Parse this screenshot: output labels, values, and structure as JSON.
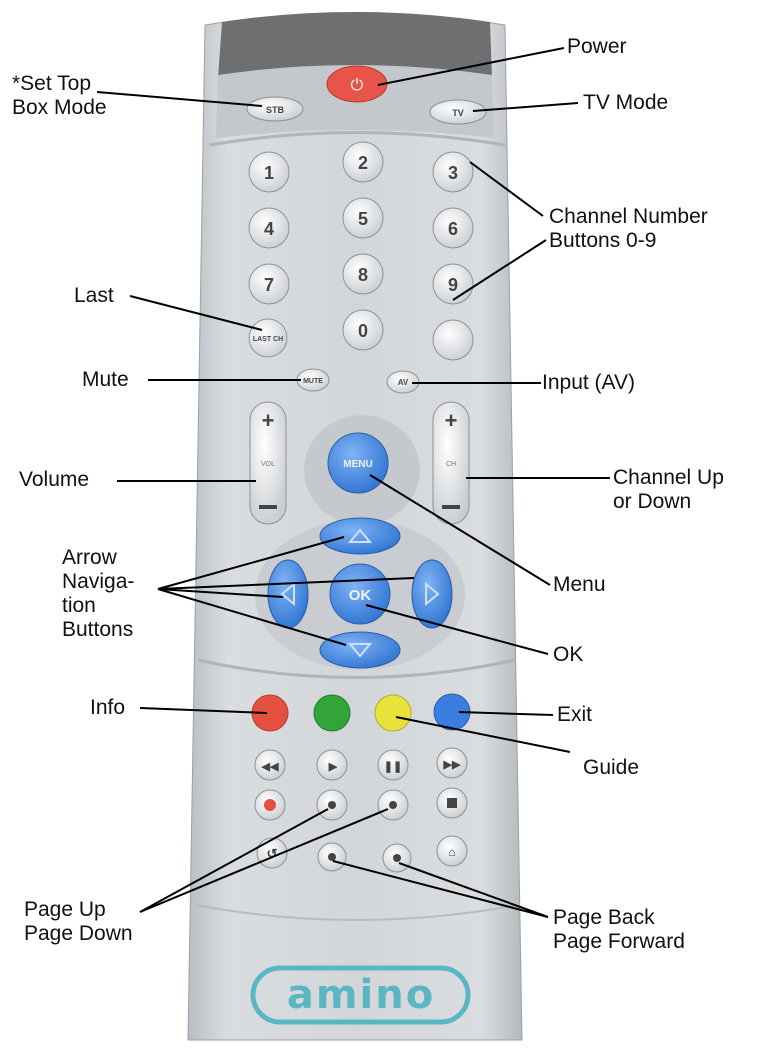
{
  "remote": {
    "brand": "amino",
    "buttons": {
      "power": "⏻",
      "stb": "STB",
      "tv": "TV",
      "digits": [
        "1",
        "2",
        "3",
        "4",
        "5",
        "6",
        "7",
        "8",
        "9",
        "0"
      ],
      "last": "LAST CH",
      "mute": "MUTE",
      "av": "AV",
      "vol": "VOL",
      "ch": "CH",
      "menu": "MENU",
      "ok": "OK"
    },
    "colors": {
      "body": "#cfd3d6",
      "power": "#e8534a",
      "nav_blue": "#3d86e0",
      "red": "#e6503f",
      "green": "#33a43a",
      "yellow": "#e8e23a",
      "blue": "#3a7fe0"
    }
  },
  "labels": {
    "set_top_box": "*Set Top\nBox Mode",
    "power": "Power",
    "tv_mode": "TV Mode",
    "channel_number": "Channel Number\nButtons 0-9",
    "last": "Last",
    "mute": "Mute",
    "input_av": "Input (AV)",
    "volume": "Volume",
    "channel_updown": "Channel Up\nor Down",
    "arrow_nav": "Arrow\nNaviga-\ntion\nButtons",
    "menu": "Menu",
    "ok": "OK",
    "info": "Info",
    "exit": "Exit",
    "guide": "Guide",
    "page_updown": "Page Up\nPage Down",
    "page_backforward": "Page Back\nPage Forward"
  }
}
